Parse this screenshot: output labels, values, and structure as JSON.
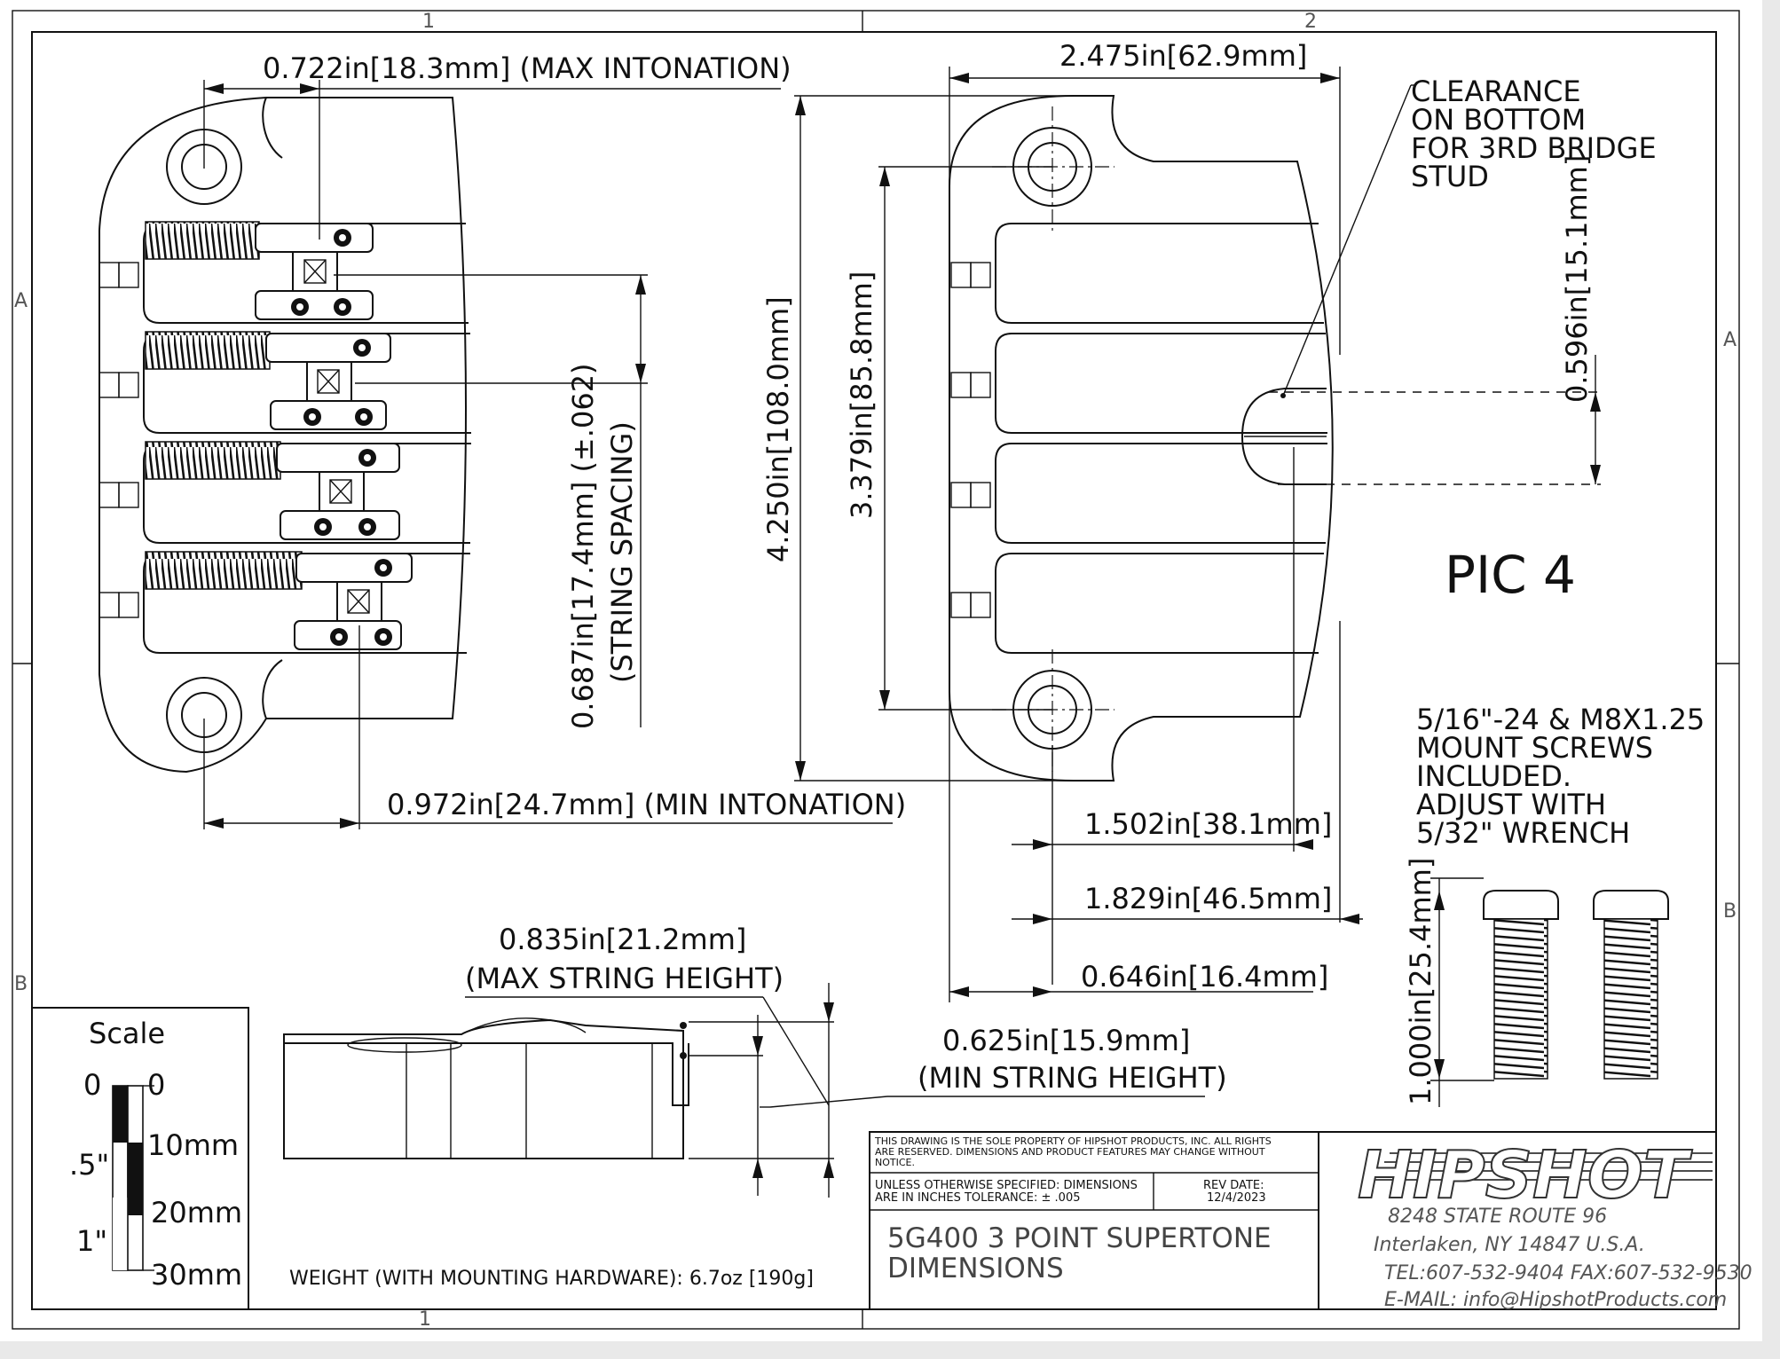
{
  "zones": {
    "top": [
      "1",
      "2"
    ],
    "left": [
      "A",
      "B"
    ],
    "right": [
      "A",
      "B"
    ],
    "bottom": [
      "1"
    ]
  },
  "dimensions": {
    "max_intonation": "0.722in[18.3mm]  (MAX INTONATION)",
    "min_intonation": "0.972in[24.7mm]  (MIN INTONATION)",
    "string_spacing_line1": "0.687in[17.4mm]  (±.062)",
    "string_spacing_line2": "(STRING SPACING)",
    "overall_height": "4.250in[108.0mm]",
    "mount_spacing": "3.379in[85.8mm]",
    "overall_width": "2.475in[62.9mm]",
    "clearance_width": "0.596in[15.1mm]",
    "dim_1502": "1.502in[38.1mm]",
    "dim_1829": "1.829in[46.5mm]",
    "dim_0646": "0.646in[16.4mm]",
    "dim_0625": "0.625in[15.9mm]",
    "min_string_height": "(MIN STRING HEIGHT)",
    "dim_0835": "0.835in[21.2mm]",
    "max_string_height": "(MAX STRING HEIGHT)",
    "screw_length": "1.000in[25.4mm]"
  },
  "notes": {
    "clearance": [
      "CLEARANCE",
      "ON BOTTOM",
      "FOR 3RD BRIDGE",
      "STUD"
    ],
    "pic_label": "PIC 4",
    "screws": [
      "5/16\"-24 & M8X1.25",
      "MOUNT SCREWS",
      "INCLUDED.",
      "ADJUST WITH",
      "5/32\" WRENCH"
    ],
    "weight": "WEIGHT (WITH MOUNTING HARDWARE): 6.7oz [190g]"
  },
  "scale": {
    "title": "Scale",
    "inch_labels": [
      "0",
      ".5\"",
      "1\""
    ],
    "mm_labels": [
      "0",
      "10mm",
      "20mm",
      "30mm"
    ]
  },
  "title_block": {
    "property_notice": [
      "THIS DRAWING IS THE SOLE PROPERTY OF HIPSHOT PRODUCTS, INC. ALL RIGHTS",
      "ARE RESERVED. DIMENSIONS AND PRODUCT FEATURES MAY CHANGE WITHOUT",
      "NOTICE."
    ],
    "tolerance": [
      "UNLESS OTHERWISE SPECIFIED: DIMENSIONS",
      "ARE IN INCHES TOLERANCE: ± .005"
    ],
    "rev_label": "REV DATE:",
    "rev_date": "12/4/2023",
    "title": [
      "5G400 3 POINT SUPERTONE",
      "DIMENSIONS"
    ],
    "logo_text": "HIPSHOT",
    "address": [
      "8248 STATE ROUTE 96",
      "Interlaken, NY 14847 U.S.A.",
      "TEL:607-532-9404 FAX:607-532-9530",
      "E-MAIL: info@HipshotProducts.com"
    ]
  }
}
